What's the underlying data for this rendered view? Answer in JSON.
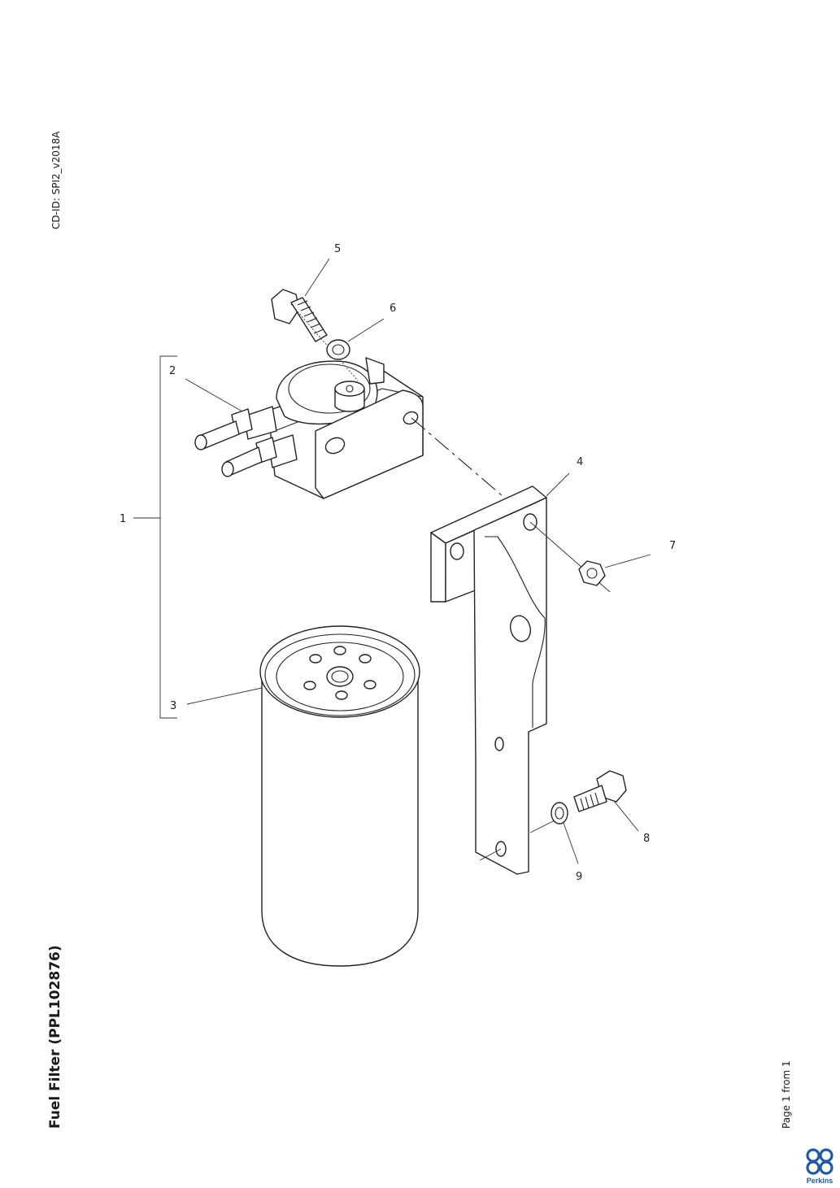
{
  "document": {
    "cd_id": "CD-ID: SPI2_v2018A",
    "title": "Fuel Filter (PPL102876)",
    "page_indicator": "Page 1 from 1",
    "brand": "Perkins"
  },
  "callouts": [
    {
      "id": "1",
      "label": "1"
    },
    {
      "id": "2",
      "label": "2"
    },
    {
      "id": "3",
      "label": "3"
    },
    {
      "id": "4",
      "label": "4"
    },
    {
      "id": "5",
      "label": "5"
    },
    {
      "id": "6",
      "label": "6"
    },
    {
      "id": "7",
      "label": "7"
    },
    {
      "id": "8",
      "label": "8"
    },
    {
      "id": "9",
      "label": "9"
    }
  ],
  "colors": {
    "line": "#222222",
    "background": "#ffffff",
    "brand_blue": "#1f5aa6"
  }
}
